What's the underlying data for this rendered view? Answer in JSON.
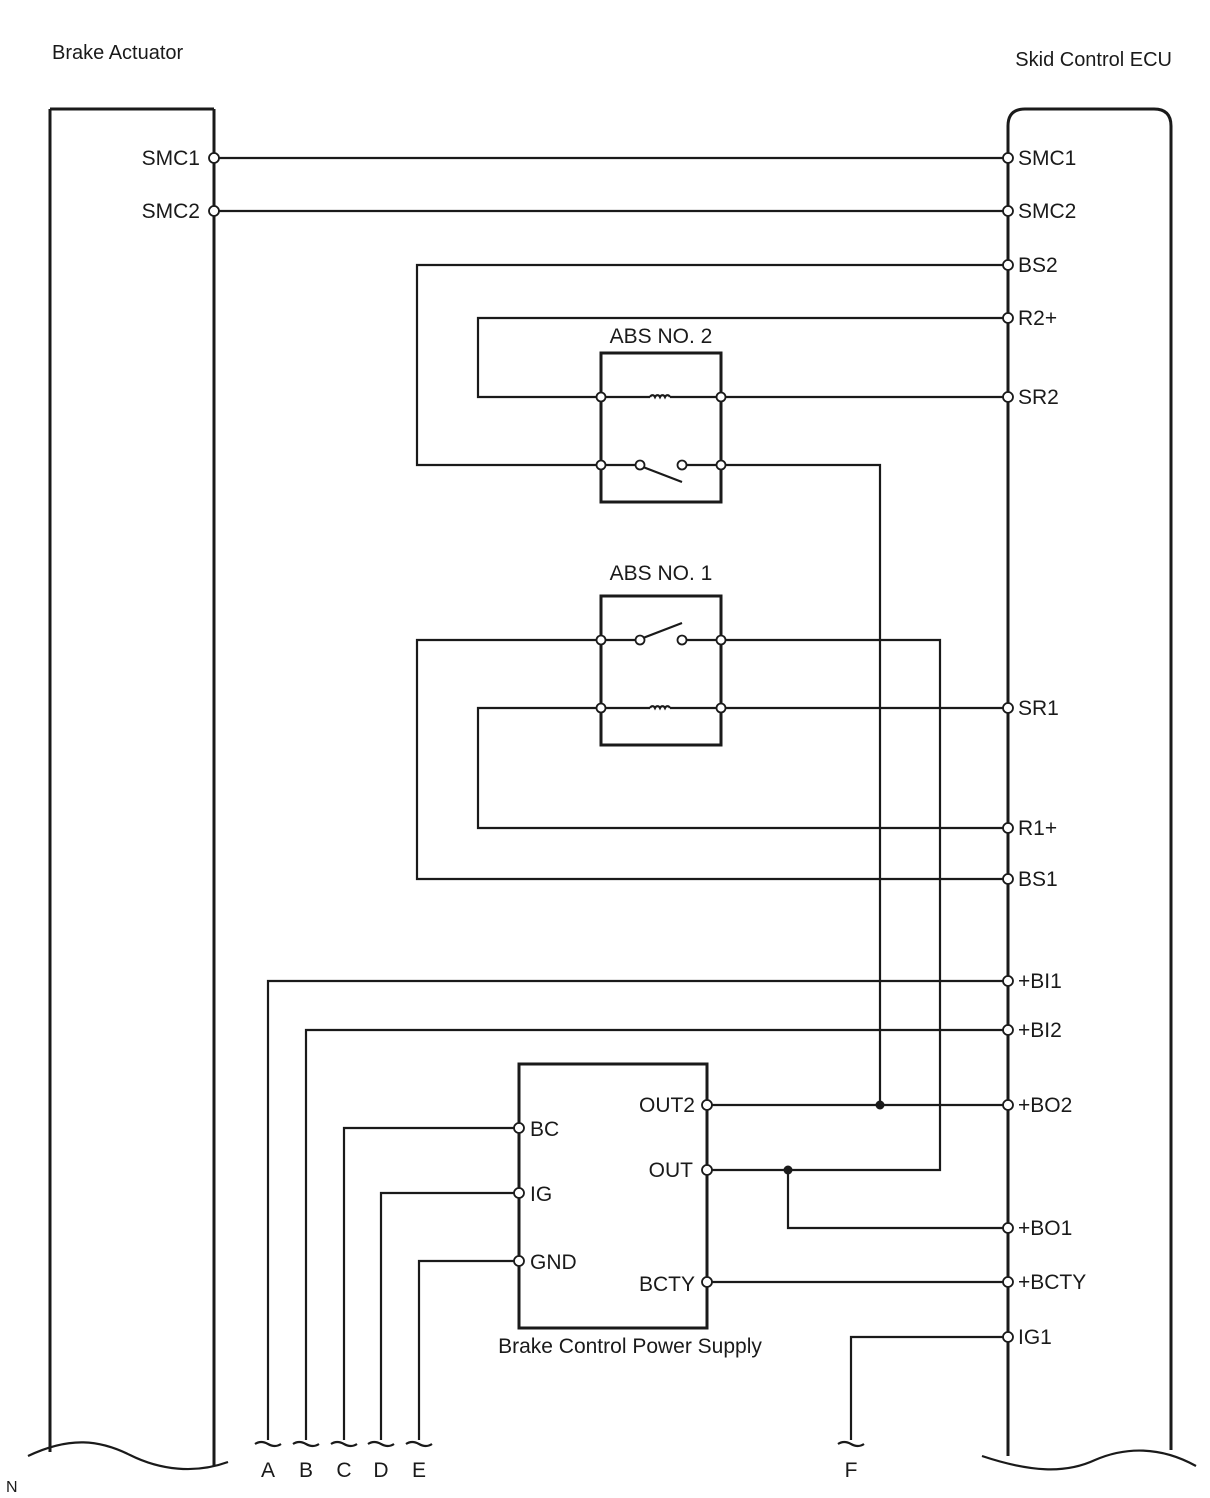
{
  "labels": {
    "actuator_title": "Brake Actuator",
    "ecu_title": "Skid Control ECU",
    "abs2_title": "ABS NO. 2",
    "abs1_title": "ABS NO. 1",
    "power_supply_title": "Brake Control Power Supply",
    "corner_mark": "N"
  },
  "actuator_pins": {
    "smc1": "SMC1",
    "smc2": "SMC2"
  },
  "ecu_pins": {
    "smc1": "SMC1",
    "smc2": "SMC2",
    "bs2": "BS2",
    "r2": "R2+",
    "sr2": "SR2",
    "sr1": "SR1",
    "r1": "R1+",
    "bs1": "BS1",
    "bi1": "+BI1",
    "bi2": "+BI2",
    "bo2": "+BO2",
    "bo1": "+BO1",
    "bcty": "+BCTY",
    "ig1": "IG1"
  },
  "power_supply_pins": {
    "bc": "BC",
    "ig": "IG",
    "gnd": "GND",
    "out2": "OUT2",
    "out": "OUT",
    "bcty": "BCTY"
  },
  "connectors": {
    "a": "A",
    "b": "B",
    "c": "C",
    "d": "D",
    "e": "E",
    "f": "F"
  },
  "colors": {
    "line": "#1a1a1a",
    "background": "#ffffff"
  }
}
